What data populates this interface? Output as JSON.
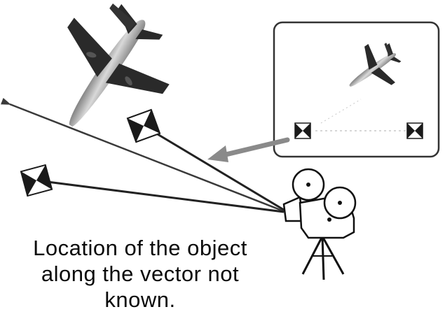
{
  "caption": {
    "line1": "Location of the object",
    "line2": "along the vector not",
    "line3": "known."
  },
  "colors": {
    "ray": "#3a3a3a",
    "sight_line": "#222222",
    "arrow": "#8a8a8a",
    "inset_border": "#333333",
    "target_dark": "#1a1a1a",
    "airplane_body": "#7a7a7a",
    "airplane_dark": "#2a2a2a"
  },
  "icons": {
    "airplane": "airplane-icon",
    "inset_airplane": "airplane-icon",
    "target": "calibration-target-icon",
    "camera": "movie-camera-icon"
  }
}
